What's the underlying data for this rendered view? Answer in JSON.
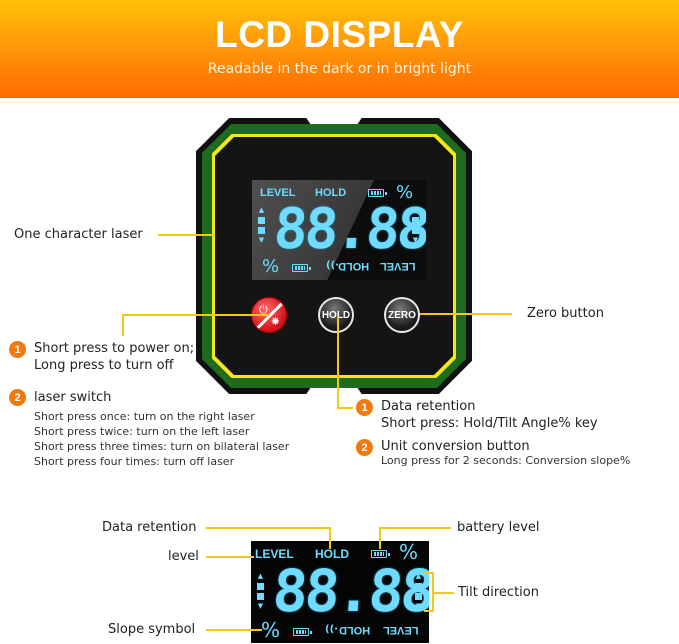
{
  "banner": {
    "title": "LCD DISPLAY",
    "subtitle": "Readable in the dark or in bright light"
  },
  "colors": {
    "banner_top": "#ffc107",
    "banner_bottom": "#ff6a00",
    "lcd_segment": "#6fdcff",
    "device_green": "#1e6b1e",
    "device_yellow": "#f5e61c",
    "callout_line": "#f2c81a",
    "badge": "#f07a10"
  },
  "lcd": {
    "level": "LEVEL",
    "hold": "HOLD",
    "percent": "%",
    "digits": "88.88",
    "flipped_level": "LEVEL",
    "flipped_hold": "HOLD",
    "tilt_up": "▲",
    "tilt_down": "▼"
  },
  "device": {
    "buttons": {
      "power": {
        "icon_power": "⏻",
        "icon_laser": "✸"
      },
      "hold": "HOLD",
      "zero": "ZERO"
    }
  },
  "callouts": {
    "laser": "One character laser",
    "zero": "Zero button",
    "power": {
      "badge1": "1",
      "line1": "Short press to power on;",
      "line2": "Long press to turn off",
      "badge2": "2",
      "title2": "laser switch",
      "details": [
        "Short press once: turn on the right laser",
        "Short press twice: turn on the left laser",
        "Short press three times: turn on bilateral laser",
        "Short press four times: turn off laser"
      ]
    },
    "hold": {
      "badge1": "1",
      "title1": "Data retention",
      "desc1": "Short press: Hold/Tilt Angle% key",
      "badge2": "2",
      "title2": "Unit conversion button",
      "desc2": "Long press for 2 seconds: Conversion slope%"
    }
  },
  "legend": {
    "data_retention": "Data retention",
    "level": "level",
    "slope_symbol": "Slope symbol",
    "battery_level": "battery level",
    "tilt_direction": "Tilt direction"
  }
}
